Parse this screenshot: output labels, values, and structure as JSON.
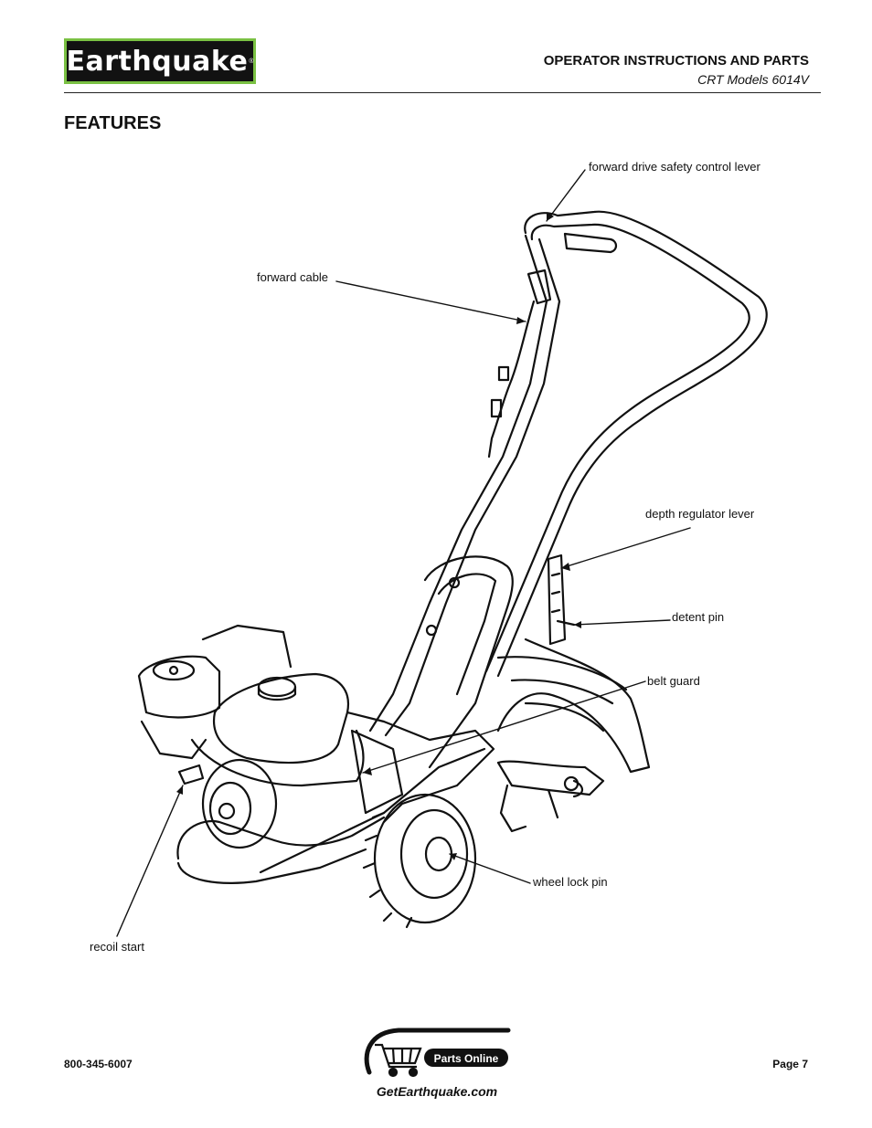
{
  "header": {
    "brand": "Earthquake",
    "brand_mark": "®",
    "title": "OPERATOR INSTRUCTIONS AND PARTS",
    "subtitle": "CRT Models 6014V"
  },
  "section_title": "FEATURES",
  "callouts": {
    "forward_drive_safety_control_lever": "forward drive safety control lever",
    "forward_cable": "forward cable",
    "depth_regulator_lever": "depth regulator lever",
    "detent_pin": "detent pin",
    "belt_guard": "belt guard",
    "wheel_lock_pin": "wheel lock pin",
    "recoil_start": "recoil start"
  },
  "footer": {
    "phone": "800-345-6007",
    "parts_badge": "Parts Online",
    "url": "GetEarthquake.com",
    "page": "Page 7"
  },
  "colors": {
    "logo_background": "#121212",
    "logo_border": "#7ac143"
  }
}
